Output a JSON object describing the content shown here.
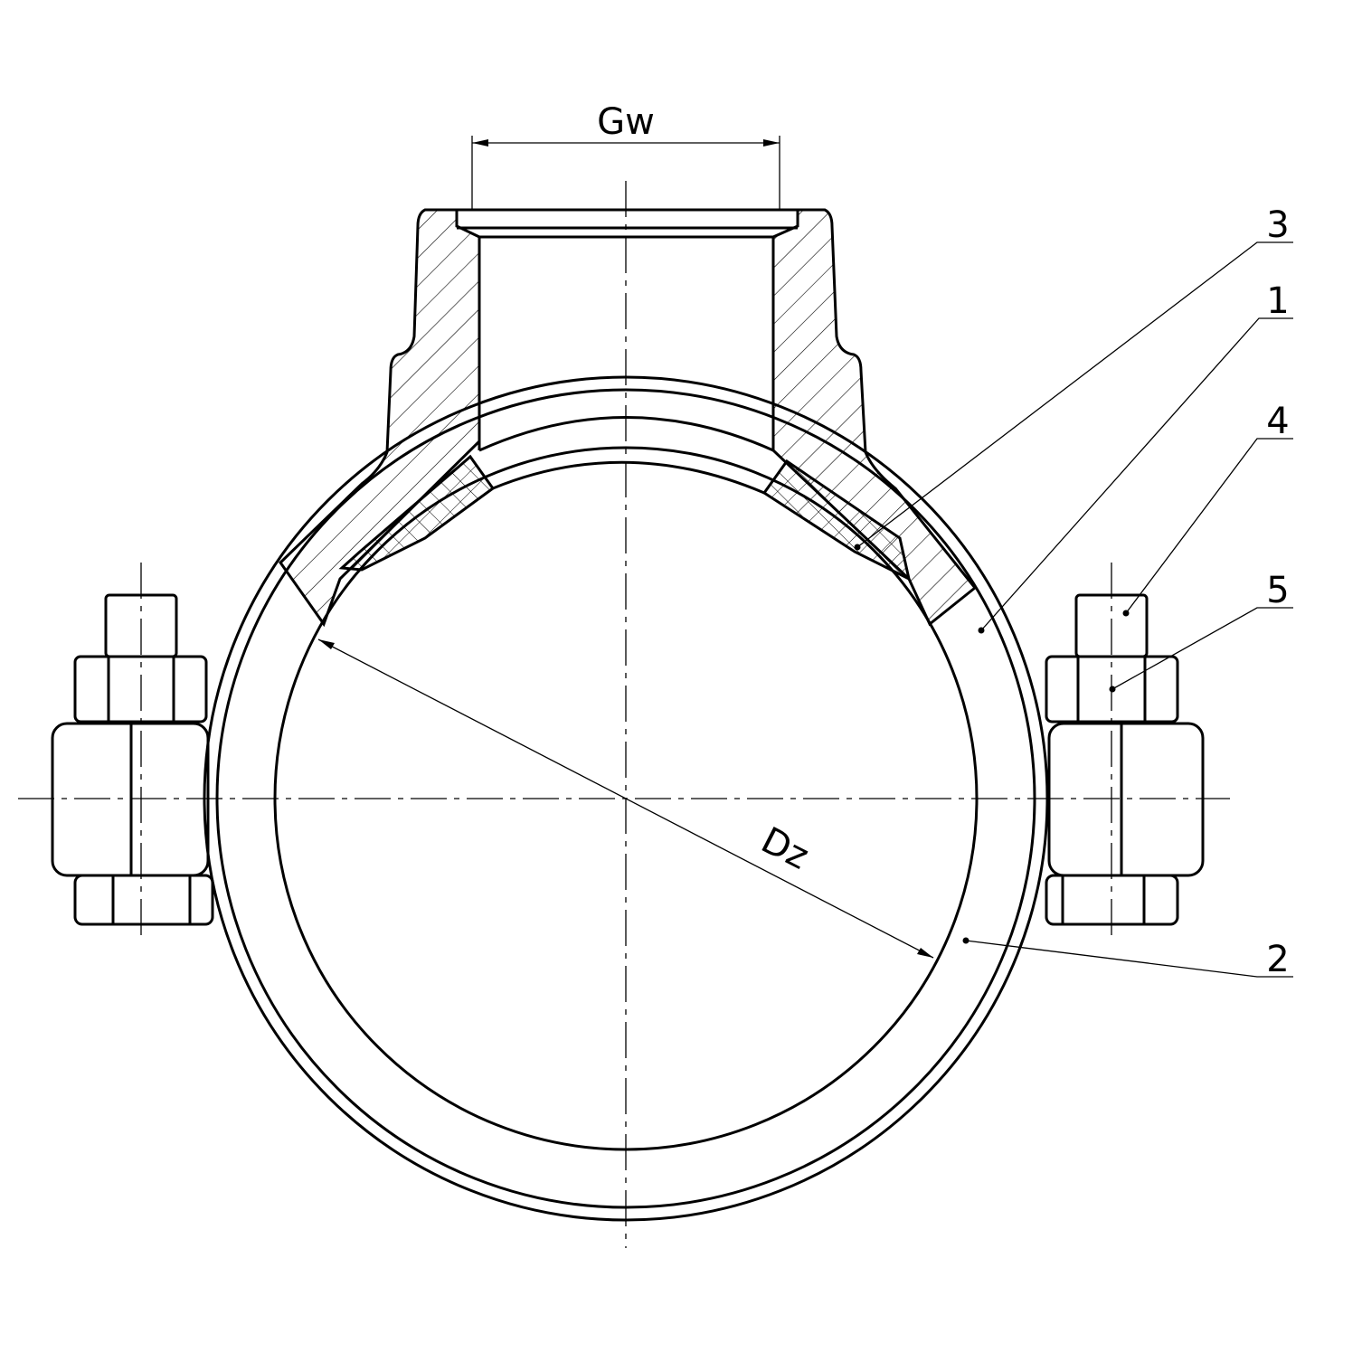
{
  "drawing": {
    "dimensions": {
      "outlet_width_label": "Gw",
      "pipe_diameter_label": "Dz"
    },
    "balloons": [
      {
        "id": "3",
        "label": "3"
      },
      {
        "id": "1",
        "label": "1"
      },
      {
        "id": "4",
        "label": "4"
      },
      {
        "id": "5",
        "label": "5"
      },
      {
        "id": "2",
        "label": "2"
      }
    ],
    "colors": {
      "line": "#000000",
      "background": "#ffffff"
    }
  }
}
